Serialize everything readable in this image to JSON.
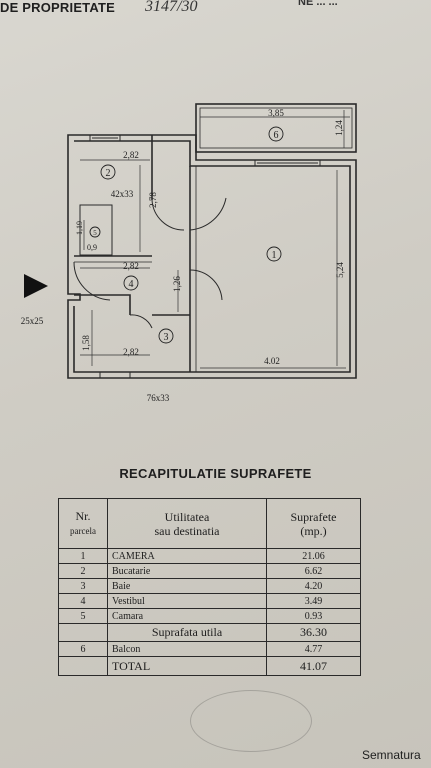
{
  "header": {
    "label": "DE PROPRIETATE",
    "number": "3147/30",
    "right_text": "NE ... ..."
  },
  "plan": {
    "rooms": [
      {
        "id": "1",
        "width": "4.02",
        "height": "5,24"
      },
      {
        "id": "2",
        "width": "2,82",
        "height": "2,78"
      },
      {
        "id": "3",
        "width": "2,82",
        "height": "1,58"
      },
      {
        "id": "4",
        "width": "2,82",
        "height": "1,26"
      },
      {
        "id": "5",
        "width": "0,9",
        "height": "1,19"
      },
      {
        "id": "6",
        "width": "3,85",
        "height": "1,24"
      }
    ],
    "door_labels": [
      "42x33",
      "25x25",
      "76x33"
    ]
  },
  "recap": {
    "title": "RECAPITULATIE SUPRAFETE",
    "columns": {
      "nr": "Nr.",
      "nr_sub": "parcela",
      "util": "Utilitatea",
      "util_sub": "sau destinatia",
      "supr": "Suprafete",
      "supr_sub": "(mp.)"
    },
    "rows": [
      {
        "nr": "1",
        "name": "CAMERA",
        "area": "21.06"
      },
      {
        "nr": "2",
        "name": "Bucatarie",
        "area": "6.62"
      },
      {
        "nr": "3",
        "name": "Baie",
        "area": "4.20"
      },
      {
        "nr": "4",
        "name": "Vestibul",
        "area": "3.49"
      },
      {
        "nr": "5",
        "name": "Camara",
        "area": "0.93"
      }
    ],
    "useful": {
      "label": "Suprafata utila",
      "area": "36.30"
    },
    "balcony": {
      "nr": "6",
      "name": "Balcon",
      "area": "4.77"
    },
    "total": {
      "label": "TOTAL",
      "area": "41.07"
    }
  },
  "footer": {
    "signature": "Semnatura"
  }
}
